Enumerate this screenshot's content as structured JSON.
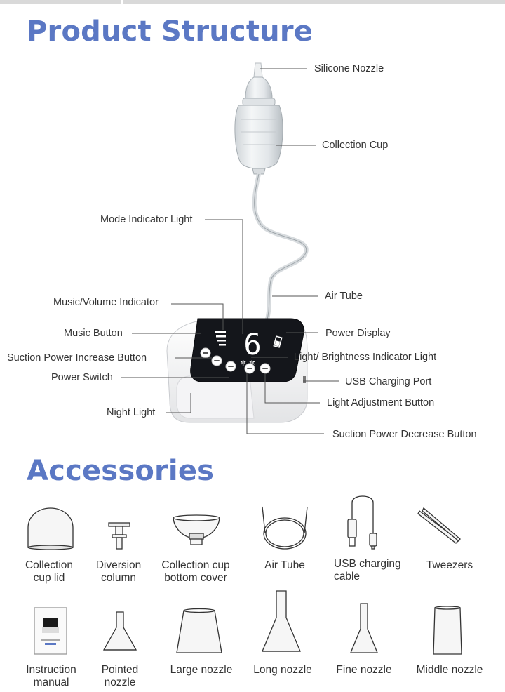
{
  "titles": {
    "structure": "Product Structure",
    "accessories": "Accessories"
  },
  "display_digit": "6",
  "parts": {
    "silicone_nozzle": "Silicone Nozzle",
    "collection_cup": "Collection Cup",
    "mode_indicator_light": "Mode Indicator Light",
    "air_tube": "Air Tube",
    "music_volume_indicator": "Music/Volume Indicator",
    "power_display": "Power Display",
    "music_button": "Music Button",
    "light_brightness_indicator": "Light/ Brightness Indicator Light",
    "suction_increase": "Suction Power Increase Button",
    "usb_charging_port": "USB Charging Port",
    "power_switch": "Power Switch",
    "light_adjustment": "Light Adjustment Button",
    "night_light": "Night Light",
    "suction_decrease": "Suction Power Decrease Button"
  },
  "accessories": {
    "cup_lid": [
      "Collection",
      "cup lid"
    ],
    "diversion": [
      "Diversion",
      "column"
    ],
    "bottom_cover": [
      "Collection cup",
      "bottom cover"
    ],
    "air_tube": [
      "Air Tube"
    ],
    "usb_cable": [
      "USB charging",
      "cable"
    ],
    "tweezers": [
      "Tweezers"
    ],
    "manual": [
      "Instruction",
      "manual"
    ],
    "pointed": [
      "Pointed",
      "nozzle"
    ],
    "large": [
      "Large nozzle"
    ],
    "long": [
      "Long nozzle"
    ],
    "fine": [
      "Fine nozzle"
    ],
    "middle": [
      "Middle nozzle"
    ]
  }
}
